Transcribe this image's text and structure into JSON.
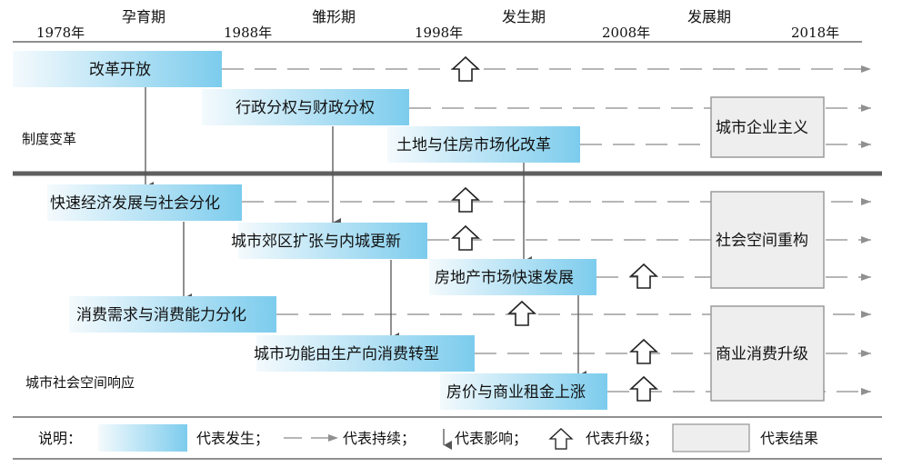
{
  "timeline": {
    "years": [
      "1978年",
      "1988年",
      "1998年",
      "2008年",
      "2018年"
    ],
    "phases": [
      "孕育期",
      "雏形期",
      "发生期",
      "发展期"
    ]
  },
  "sections": {
    "institutional": "制度变革",
    "response": "城市社会空间响应"
  },
  "events": {
    "reform": "改革开放",
    "decentralization": "行政分权与财政分权",
    "land_housing": "土地与住房市场化改革",
    "economy": "快速经济发展与社会分化",
    "suburban": "城市郊区扩张与内城更新",
    "realestate": "房地产市场快速发展",
    "consumption_diff": "消费需求与消费能力分化",
    "function_shift": "城市功能由生产向消费转型",
    "price_rise": "房价与商业租金上涨"
  },
  "results": {
    "entrepreneurialism": "城市企业主义",
    "restructuring": "社会空间重构",
    "upgrade": "商业消费升级"
  },
  "legend": {
    "title": "说明：",
    "occur": "代表发生；",
    "continue": "代表持续；",
    "influence": "代表影响；",
    "upgrade": "代表升级；",
    "result": "代表结果"
  },
  "colors": {
    "bar_start": "#f2f9fd",
    "bar_end": "#79cbec",
    "result_fill": "#eeeeee",
    "result_stroke": "#9a9a9a",
    "divider": "#5f5f5f",
    "dash": "#8a8a8a"
  }
}
